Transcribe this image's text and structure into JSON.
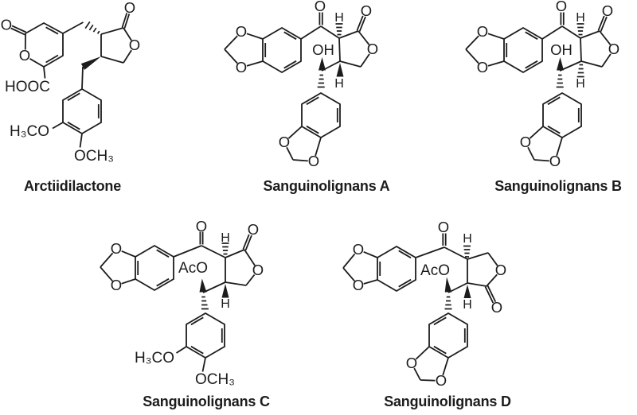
{
  "figure": {
    "background": "#ffffff",
    "ink": "#1c1c1c"
  },
  "molecules": [
    {
      "name": "Arctiidilactone",
      "labels": {
        "pyranone_carbonyl_o": "O",
        "pyranone_ring_o": "O",
        "lactone_carbonyl_o": "O",
        "lactone_ring_o": "O",
        "carboxylic_acid": "HOOC",
        "methoxy_3": "H₃CO",
        "methoxy_4": "OCH₃"
      }
    },
    {
      "name": "Sanguinolignans A",
      "labels": {
        "dioxole_o_top": "O",
        "dioxole_o_bottom": "O",
        "ketone_o": "O",
        "alpha_h": "H",
        "lactone_carbonyl_o": "O",
        "lactone_ring_o": "O",
        "hydroxyl": "OH",
        "beta_h": "H",
        "aryl_dioxole_o_left": "O",
        "aryl_dioxole_o_bottom": "O"
      }
    },
    {
      "name": "Sanguinolignans B",
      "labels": {
        "dioxole_o_top": "O",
        "dioxole_o_bottom": "O",
        "ketone_o": "O",
        "alpha_h": "H",
        "lactone_carbonyl_o": "O",
        "lactone_ring_o": "O",
        "hydroxyl": "OH",
        "beta_h": "H",
        "aryl_dioxole_o_left": "O",
        "aryl_dioxole_o_bottom": "O"
      }
    },
    {
      "name": "Sanguinolignans C",
      "labels": {
        "dioxole_o_top": "O",
        "dioxole_o_bottom": "O",
        "ketone_o": "O",
        "alpha_h": "H",
        "lactone_carbonyl_o": "O",
        "lactone_ring_o": "O",
        "acetoxy": "AcO",
        "beta_h": "H",
        "methoxy_3": "H₃CO",
        "methoxy_4": "OCH₃"
      }
    },
    {
      "name": "Sanguinolignans D",
      "labels": {
        "dioxole_o_top": "O",
        "dioxole_o_bottom": "O",
        "ketone_o": "O",
        "alpha_h": "H",
        "lactone_ring_o": "O",
        "lactone_carbonyl_o": "O",
        "acetoxy": "AcO",
        "beta_h": "H",
        "aryl_dioxole_o_left": "O",
        "aryl_dioxole_o_bottom": "O"
      }
    }
  ]
}
